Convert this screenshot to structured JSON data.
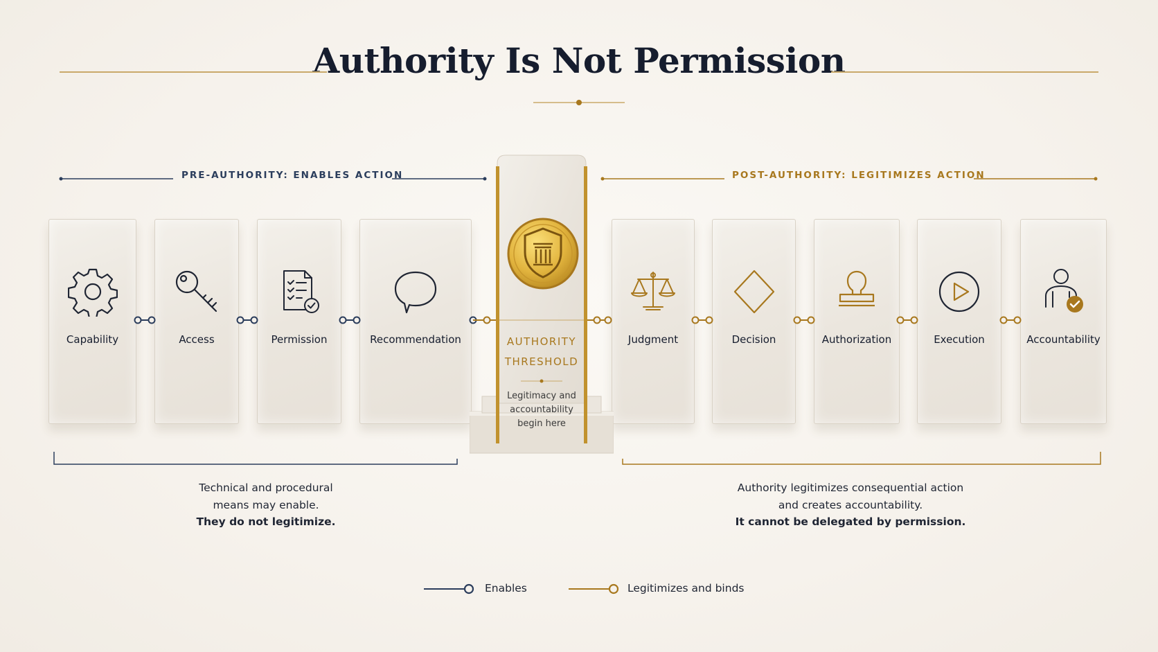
{
  "title": "Authority Is Not Permission",
  "pre_label": "PRE-AUTHORITY: ENABLES ACTION",
  "post_label": "POST-AUTHORITY: LEGITIMIZES ACTION",
  "pre_steps": [
    {
      "label": "Capability",
      "icon": "gear-icon"
    },
    {
      "label": "Access",
      "icon": "key-icon"
    },
    {
      "label": "Permission",
      "icon": "checklist-icon"
    },
    {
      "label": "Recommendation",
      "icon": "speech-bubble-icon"
    }
  ],
  "threshold": {
    "line1": "AUTHORITY",
    "line2": "THRESHOLD",
    "sub1": "Legitimacy and",
    "sub2": "accountability",
    "sub3": "begin here",
    "icon": "column-shield-seal-icon"
  },
  "post_steps": [
    {
      "label": "Judgment",
      "icon": "scales-icon"
    },
    {
      "label": "Decision",
      "icon": "diamond-icon"
    },
    {
      "label": "Authorization",
      "icon": "stamp-icon"
    },
    {
      "label": "Execution",
      "icon": "play-icon"
    },
    {
      "label": "Accountability",
      "icon": "person-check-icon"
    }
  ],
  "pre_caption": {
    "line1": "Technical and procedural",
    "line2": "means may enable.",
    "line3": "They do not legitimize."
  },
  "post_caption": {
    "line1": "Authority legitimizes consequential action",
    "line2": "and creates accountability.",
    "line3": "It cannot be delegated by permission."
  },
  "legend": {
    "enables": "Enables",
    "legitimizes": "Legitimizes and binds"
  },
  "colors": {
    "navy": "#2b3d5c",
    "gold": "#a8781e",
    "ink": "#161d2e",
    "background": "#f7f4ef"
  }
}
